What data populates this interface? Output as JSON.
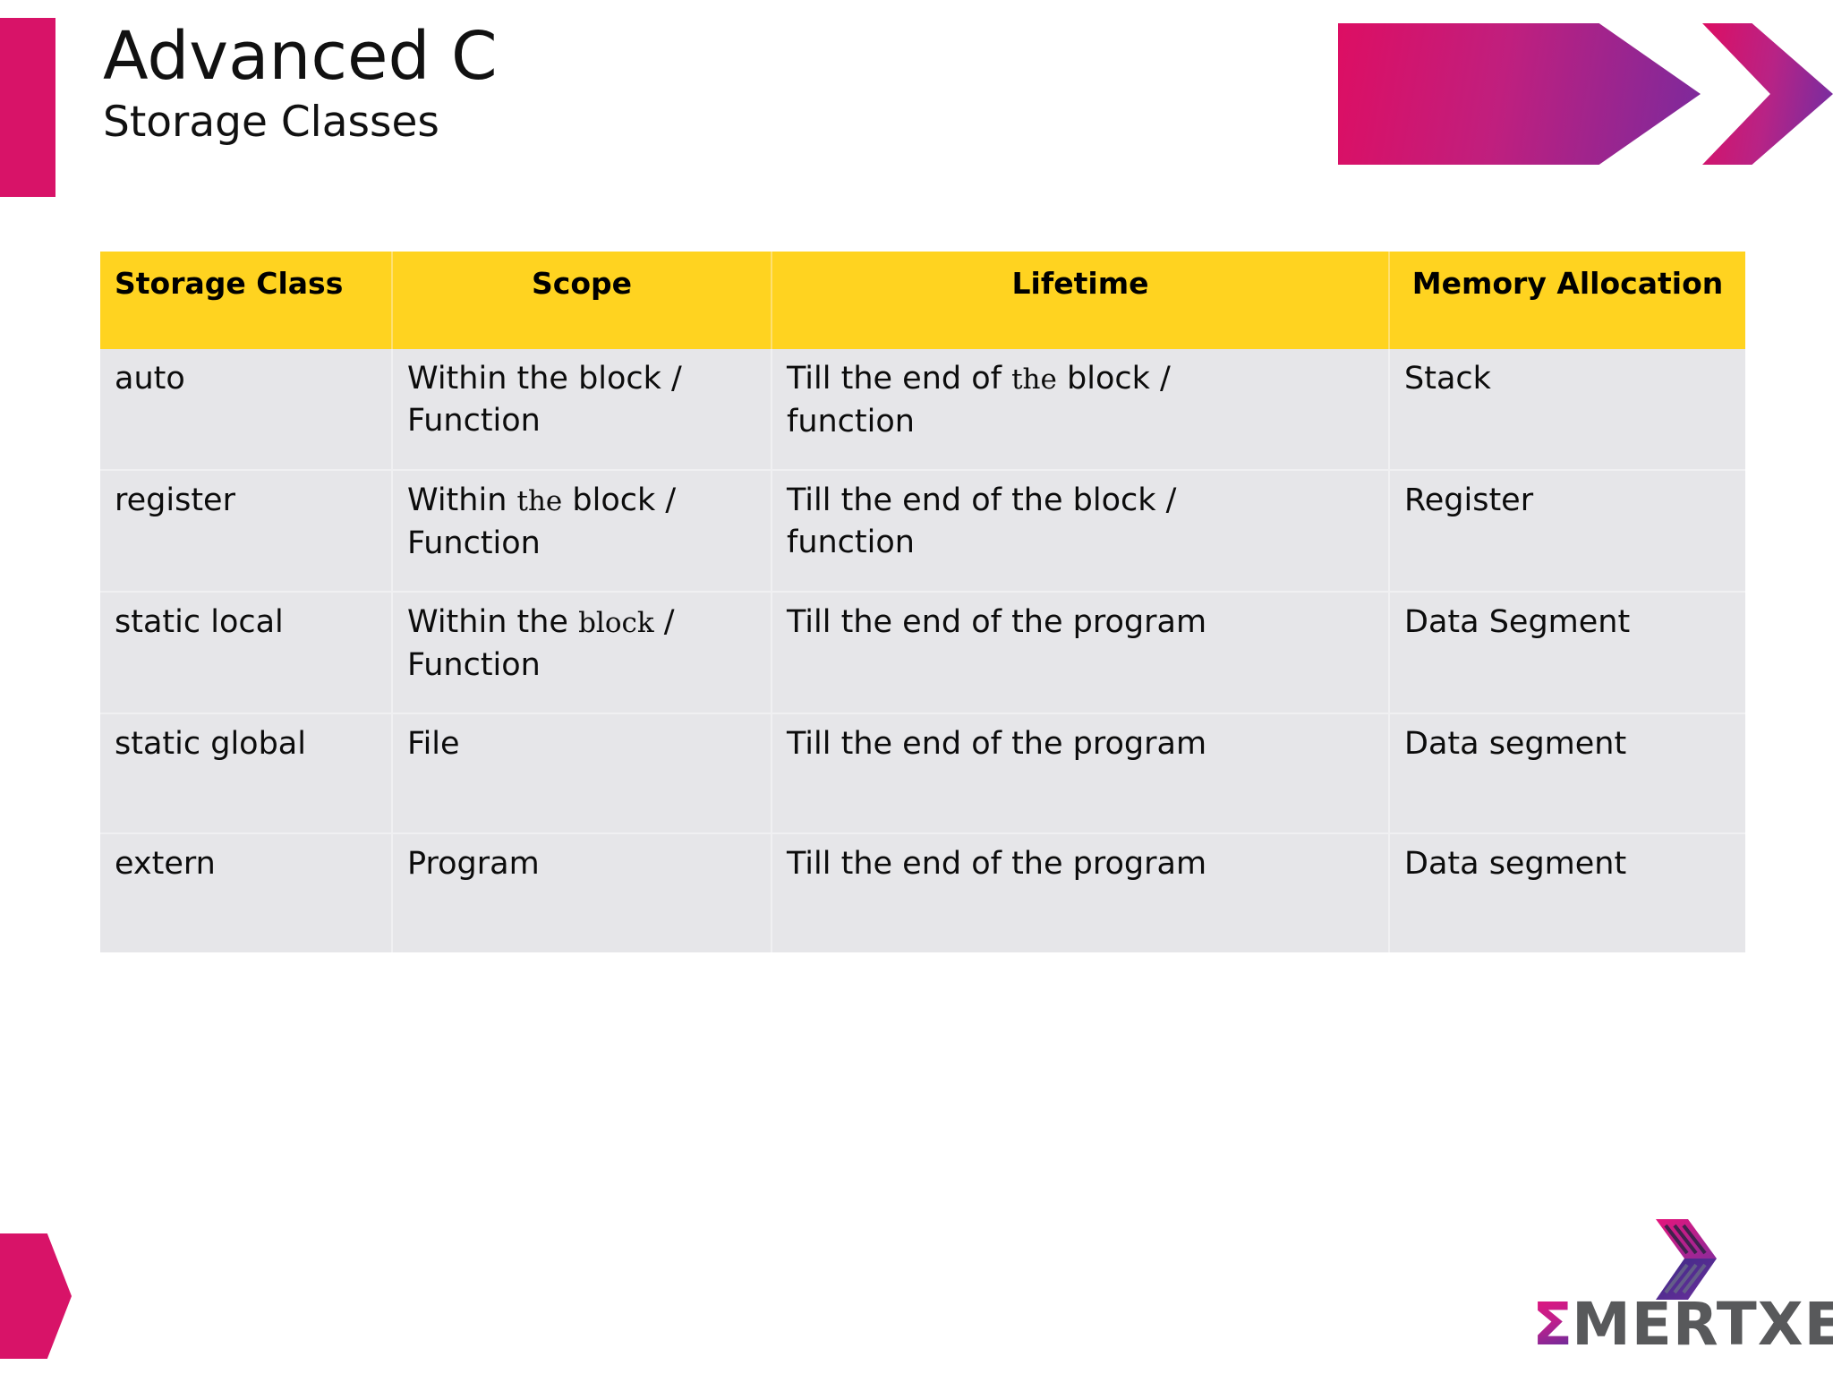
{
  "slide": {
    "title": "Advanced C",
    "subtitle": "Storage Classes"
  },
  "brand": {
    "logo_sigma": "Σ",
    "logo_word": "MERTXE",
    "accent_pink": "#d81368",
    "accent_purple": "#7b2a9d",
    "header_yellow": "#ffd320",
    "row_grey": "#e6e6e9",
    "logo_grey": "#58595b"
  },
  "table": {
    "headers": [
      "Storage Class",
      "Scope",
      "Lifetime",
      "Memory Allocation"
    ],
    "rows": [
      {
        "storage_class": "auto",
        "scope_a": "Within the block /",
        "scope_b": "Function",
        "lifetime_a": "Till the end of the block /",
        "lifetime_b": "function",
        "memory": "Stack"
      },
      {
        "storage_class": "register",
        "scope_a": "Within the block /",
        "scope_b": "Function",
        "lifetime_a": "Till the end of the block /",
        "lifetime_b": "function",
        "memory": "Register"
      },
      {
        "storage_class": "static local",
        "scope_a": "Within the block /",
        "scope_b": "Function",
        "lifetime_a": "Till the end of the program",
        "lifetime_b": "",
        "memory": "Data Segment"
      },
      {
        "storage_class": "static global",
        "scope_a": "File",
        "scope_b": "",
        "lifetime_a": "Till the end of the program",
        "lifetime_b": "",
        "memory": "Data segment"
      },
      {
        "storage_class": "extern",
        "scope_a": "Program",
        "scope_b": "",
        "lifetime_a": "Till the end of the program",
        "lifetime_b": "",
        "memory": "Data segment"
      }
    ]
  }
}
